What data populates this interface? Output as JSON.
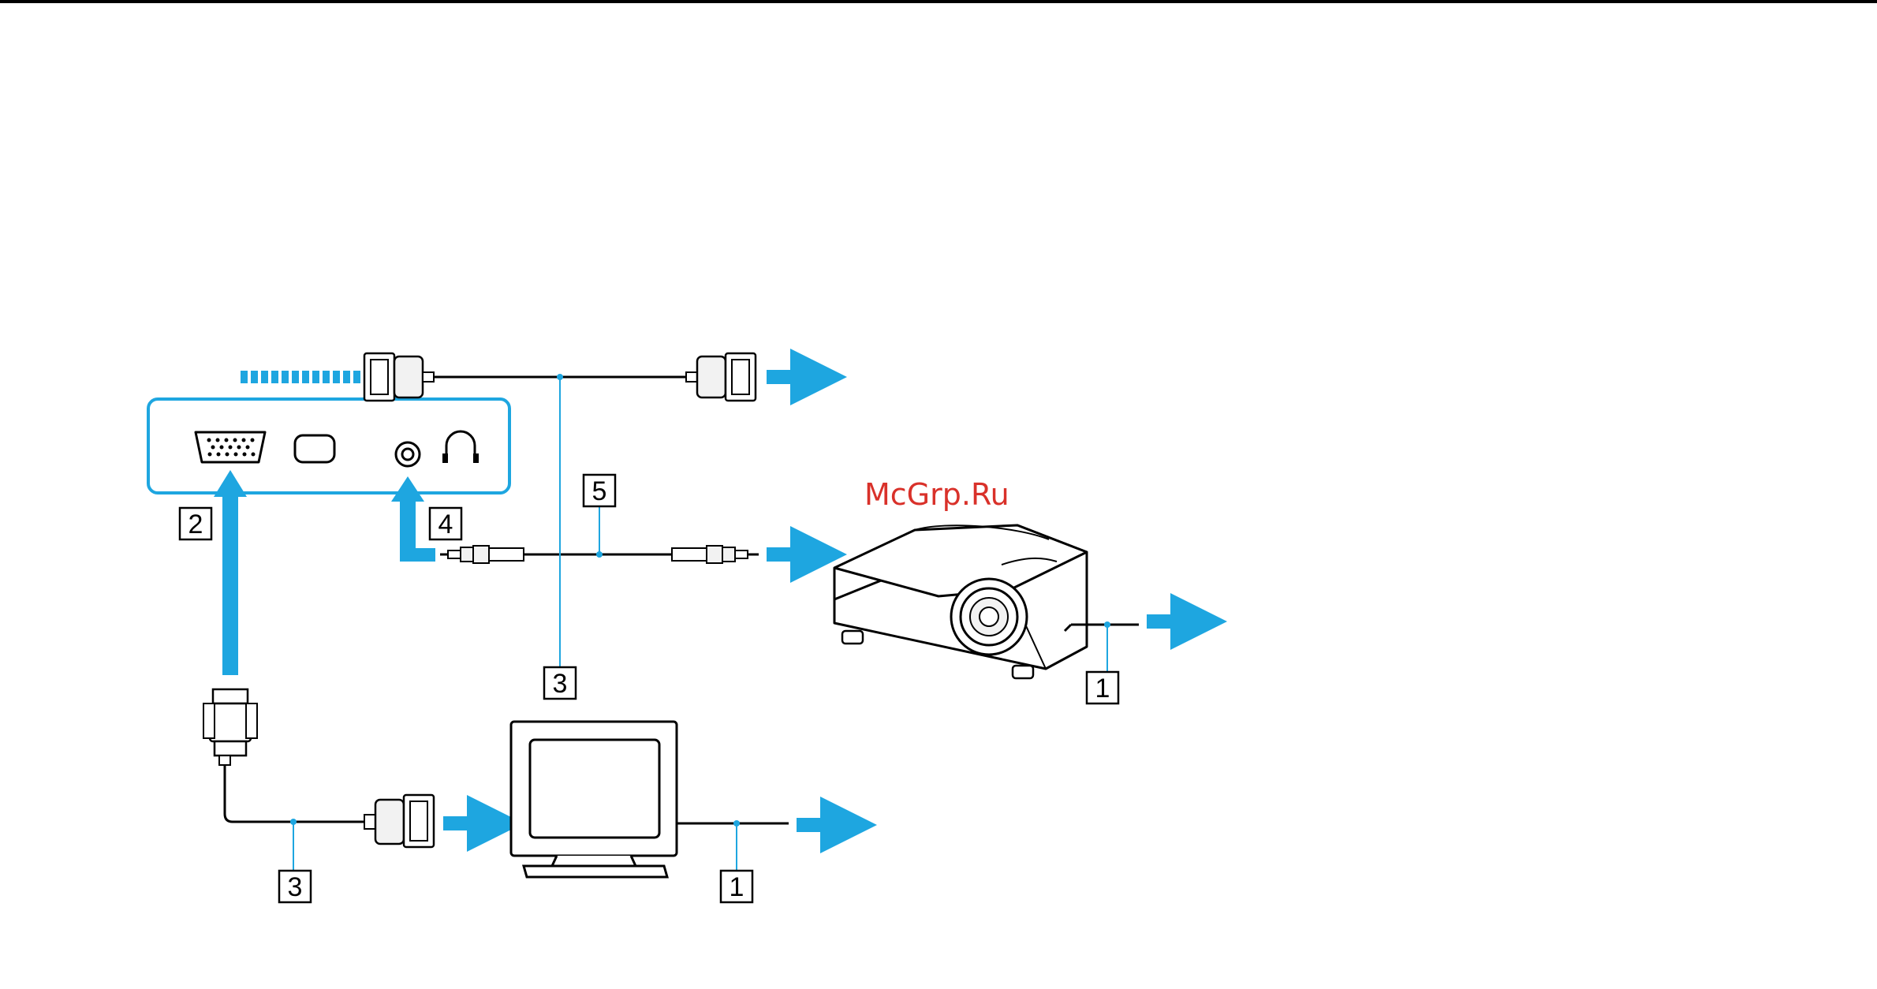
{
  "watermark": {
    "text": "McGrp.Ru",
    "color": "#d9312a"
  },
  "callouts": {
    "c1_projector_power": "1",
    "c1_monitor_power": "1",
    "c2_vga_port": "2",
    "c3_cable_projector": "3",
    "c3_cable_monitor": "3",
    "c4_audio_jack": "4",
    "c5_audio_cable": "5"
  },
  "port_panel": {
    "icons": [
      "vga-port-icon",
      "hdmi-port-icon",
      "audio-jack-icon",
      "headphones-icon"
    ]
  },
  "colors": {
    "accent": "#1ea6e0",
    "line": "#000000",
    "device_fill": "#ffffff",
    "connector_fill": "#f2f2f2"
  }
}
